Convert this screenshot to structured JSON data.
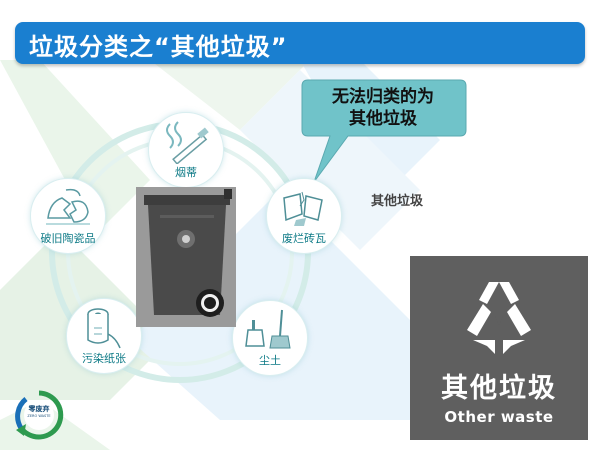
{
  "title": "垃圾分类之“其他垃圾”",
  "callout": {
    "line1": "无法归类的为",
    "line2": "其他垃圾"
  },
  "subtitle": "其他垃圾",
  "items": [
    {
      "label": "烟蒂",
      "icon": "cigarette-icon"
    },
    {
      "label": "破旧陶瓷品",
      "icon": "broken-ceramic-icon"
    },
    {
      "label": "废烂砖瓦",
      "icon": "broken-brick-icon"
    },
    {
      "label": "污染纸张",
      "icon": "paper-roll-icon"
    },
    {
      "label": "尘土",
      "icon": "broom-dustpan-icon"
    }
  ],
  "bin": {
    "icon": "trash-bin-icon"
  },
  "sign": {
    "title": "其他垃圾",
    "subtitle": "Other waste",
    "icon": "recycle-arrows-icon"
  },
  "logo": {
    "name": "零废弃",
    "tagline": "ZERO WASTE",
    "icon": "zero-waste-logo-icon"
  },
  "colors": {
    "title_bar": "#1a7fd0",
    "callout": "#70c3c9",
    "item_label": "#0d7a86",
    "sign_bg": "#5f5f5f",
    "bg_shape_green": "#e6f2e6",
    "bg_shape_blue": "#e8f3fb"
  }
}
